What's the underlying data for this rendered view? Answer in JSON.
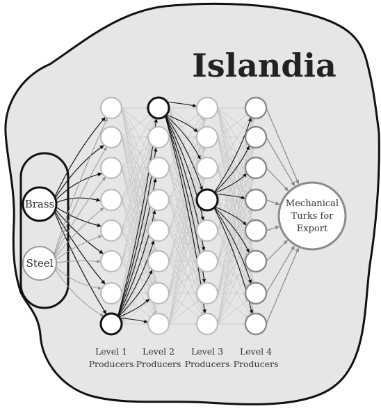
{
  "title": "Islandia",
  "resources": [
    {
      "label": "Brass"
    },
    {
      "label": "Steel"
    }
  ],
  "levels": [
    {
      "label_line1": "Level 1",
      "label_line2": "Producers",
      "highlighted": [
        7
      ]
    },
    {
      "label_line1": "Level 2",
      "label_line2": "Producers",
      "highlighted": [
        0
      ]
    },
    {
      "label_line1": "Level 3",
      "label_line2": "Producers",
      "highlighted": [
        3
      ]
    },
    {
      "label_line1": "Level 4",
      "label_line2": "Producers",
      "highlighted": []
    }
  ],
  "nodes_per_level": 8,
  "output": {
    "line1": "Mechanical",
    "line2": "Turks for",
    "line3": "Export"
  },
  "colors": {
    "island_fill": "#e6e6e6",
    "island_stroke": "#111111",
    "node_dim_stroke": "#bdbdbd",
    "node_mid_stroke": "#8a8a8a",
    "node_dark_stroke": "#111111",
    "faint_edge": "#c4c4c4",
    "strong_edge": "#111111"
  }
}
